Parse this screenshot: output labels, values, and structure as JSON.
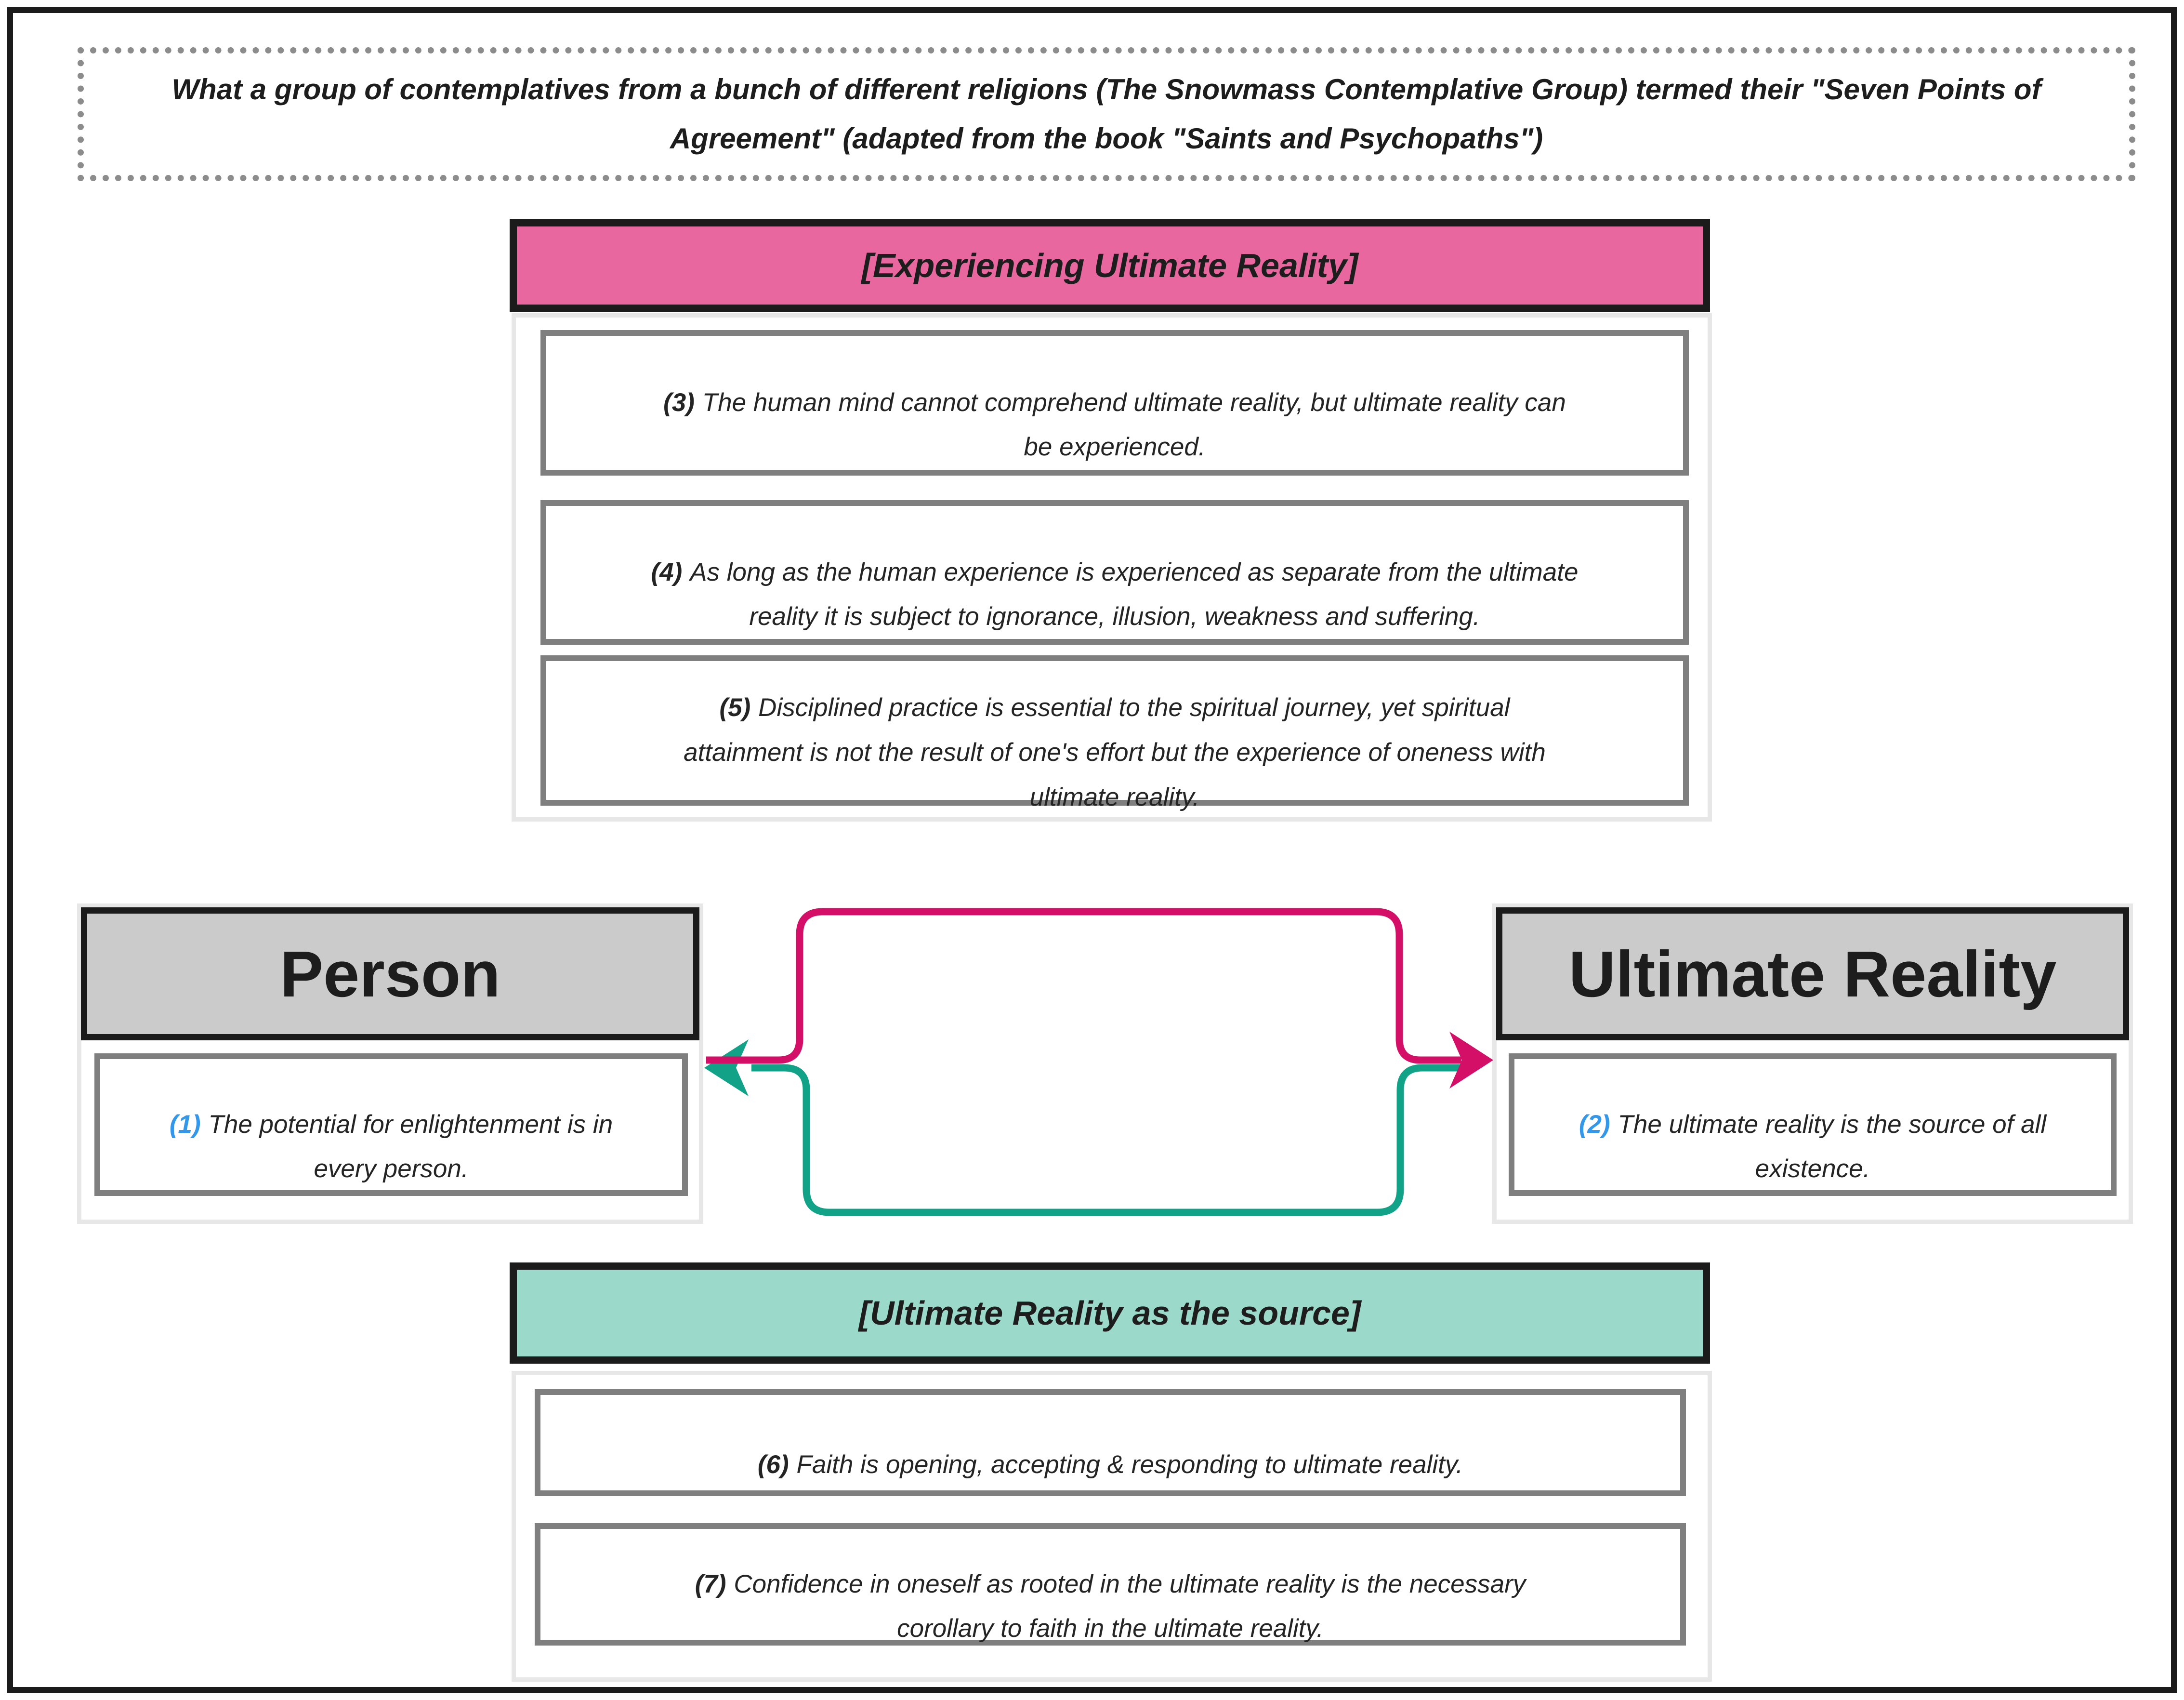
{
  "title": {
    "text": "What a group of contemplatives from a bunch of different religions (The Snowmass Contemplative Group) termed their \"Seven Points of\nAgreement\" (adapted from the book \"Saints and Psychopaths\")"
  },
  "top_section": {
    "header": "[Experiencing Ultimate Reality]",
    "points": [
      {
        "num": "(3)",
        "text": "The human mind cannot comprehend ultimate reality, but ultimate reality can\nbe experienced."
      },
      {
        "num": "(4)",
        "text": "As long as the human experience is experienced as separate from the ultimate\nreality it is subject to ignorance, illusion, weakness and suffering."
      },
      {
        "num": "(5)",
        "text": "Disciplined practice is essential to the spiritual journey, yet spiritual\nattainment is not the result of one's effort but the experience of oneness with\nultimate reality."
      }
    ]
  },
  "left_node": {
    "label": "Person",
    "point": {
      "num": "(1)",
      "text": "The potential for enlightenment is in\nevery person."
    }
  },
  "right_node": {
    "label": "Ultimate Reality",
    "point": {
      "num": "(2)",
      "text": "The ultimate reality is the source of all\nexistence."
    }
  },
  "bottom_section": {
    "header": "[Ultimate Reality as the source]",
    "points": [
      {
        "num": "(6)",
        "text": "Faith is opening, accepting & responding to ultimate reality."
      },
      {
        "num": "(7)",
        "text": "Confidence in oneself as rooted in the ultimate reality is the necessary\ncorollary to faith in the ultimate reality."
      }
    ]
  },
  "colors": {
    "pink_header": "#E8679E",
    "teal_header": "#9BD9CA",
    "pink_line": "#D40F68",
    "teal_line": "#12A287",
    "number_blue": "#3397EA",
    "node_fill": "#CBCBCB"
  }
}
